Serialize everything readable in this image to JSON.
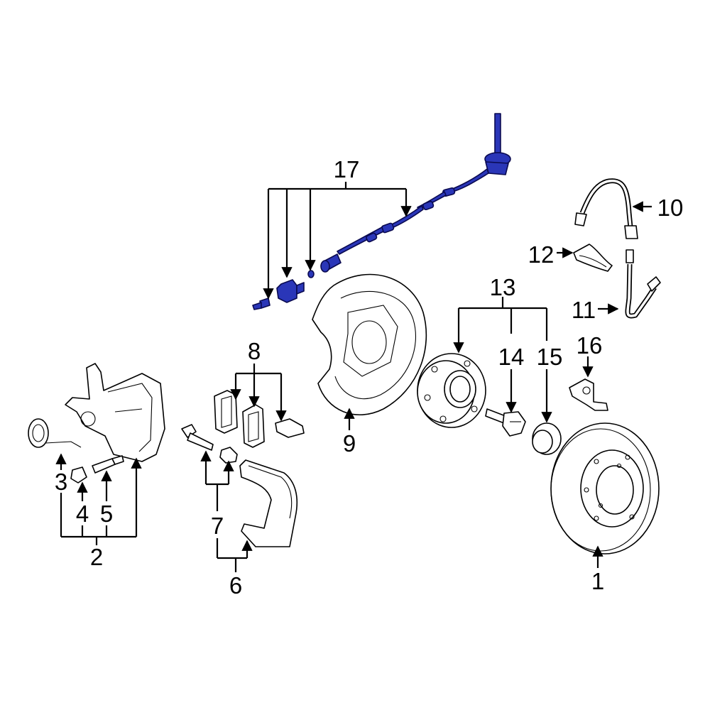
{
  "diagram": {
    "highlight_color": "#2a36b8",
    "callouts": [
      {
        "id": "1",
        "label": "1"
      },
      {
        "id": "2",
        "label": "2"
      },
      {
        "id": "3",
        "label": "3"
      },
      {
        "id": "4",
        "label": "4"
      },
      {
        "id": "5",
        "label": "5"
      },
      {
        "id": "6",
        "label": "6"
      },
      {
        "id": "7",
        "label": "7"
      },
      {
        "id": "8",
        "label": "8"
      },
      {
        "id": "9",
        "label": "9"
      },
      {
        "id": "10",
        "label": "10"
      },
      {
        "id": "11",
        "label": "11"
      },
      {
        "id": "12",
        "label": "12"
      },
      {
        "id": "13",
        "label": "13"
      },
      {
        "id": "14",
        "label": "14"
      },
      {
        "id": "15",
        "label": "15"
      },
      {
        "id": "16",
        "label": "16"
      },
      {
        "id": "17",
        "label": "17"
      }
    ]
  }
}
